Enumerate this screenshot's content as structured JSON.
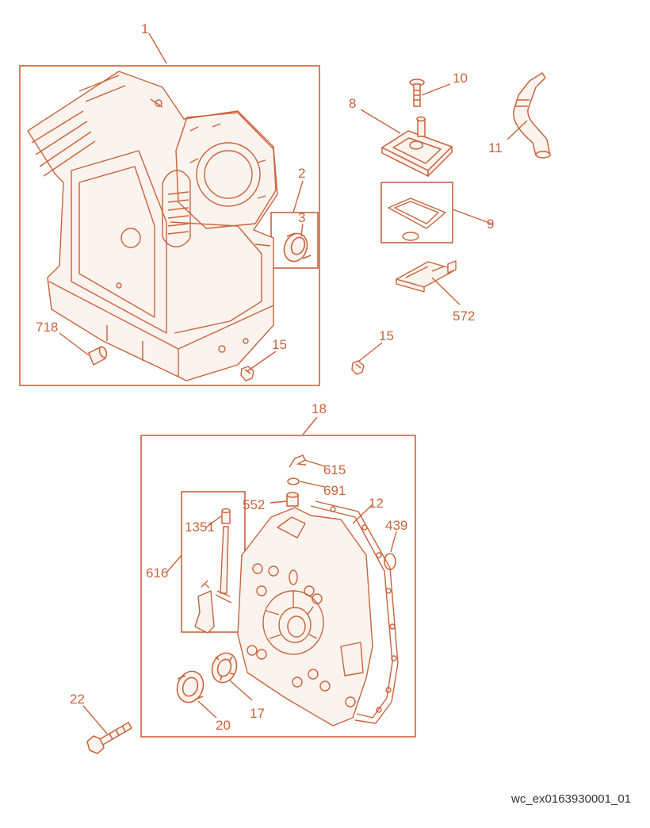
{
  "colors": {
    "accent": "#c8643c",
    "background": "#ffffff",
    "part_fill": "#fbf3ee"
  },
  "callouts": {
    "c1": "1",
    "c2": "2",
    "c3": "3",
    "c8": "8",
    "c9": "9",
    "c10": "10",
    "c11": "11",
    "c12": "12",
    "c15a": "15",
    "c15b": "15",
    "c17": "17",
    "c18": "18",
    "c20": "20",
    "c22": "22",
    "c439": "439",
    "c552": "552",
    "c572": "572",
    "c615": "615",
    "c616": "616",
    "c691": "691",
    "c718": "718",
    "c1351": "1351"
  },
  "reference_code": "wc_ex0163930001_01"
}
